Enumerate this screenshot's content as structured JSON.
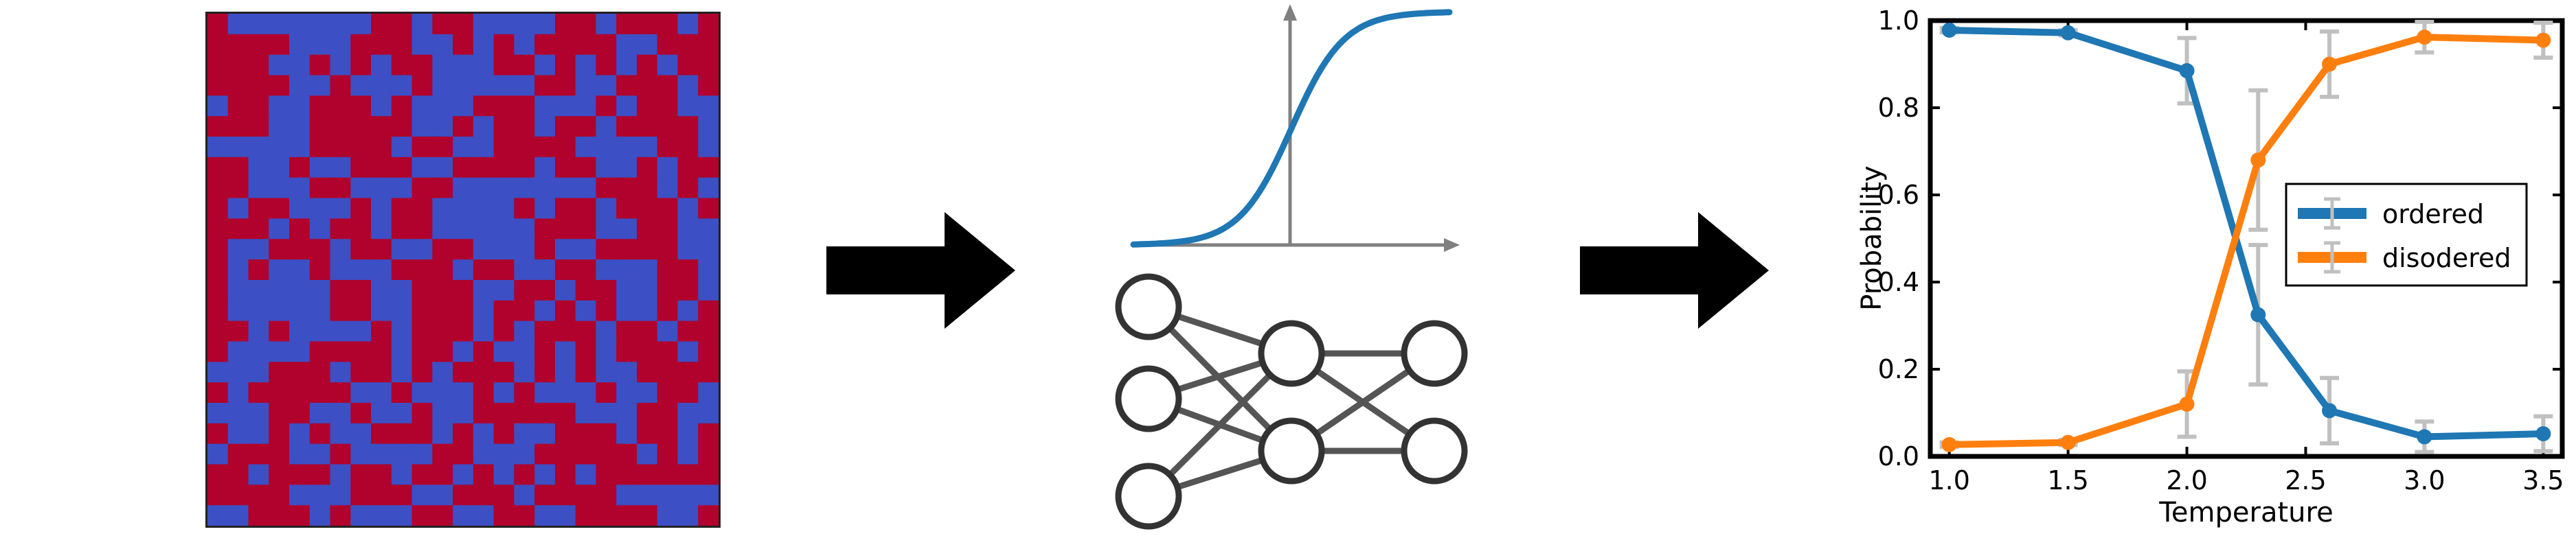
{
  "lattice": {
    "rows": 25,
    "cols": 25,
    "colors": {
      "up": "#B0022C",
      "down": "#3D4FC4"
    },
    "cells": [
      "1000000011011000011011101",
      "1111000111001010111100111",
      "1110010101100011010101011",
      "1111001000100000110011101",
      "0110011101000111000101100",
      "1110011111001011011011110",
      "0000011110110011110000110",
      "1100100111001111011001011",
      "1100011000110000000111010",
      "1011000101100001011011101",
      "1110101101100000111001100",
      "1001110110011000100111100",
      "1010010001110110011000110",
      "1000001100111001101100110",
      "1000001100111011010100101",
      "1101000010111010111011011",
      "1000011110110100101011101",
      "0001110110101110101001111",
      "1011111001000101000100110",
      "0001100100100111110001100",
      "1001010011101010011101101",
      "0111001000011000111110101",
      "1101110110110101010111111",
      "1111000111001110111100000",
      "0011101000110011001111001"
    ]
  },
  "arrows": {
    "color": "#000000"
  },
  "sigmoid": {
    "curve_color": "#1F77B4",
    "axis_color": "#808080"
  },
  "network": {
    "layers": [
      3,
      2,
      2
    ],
    "node_stroke": "#333333",
    "edge_color": "#555555"
  },
  "chart_data": {
    "type": "line",
    "xlabel": "Temperature",
    "ylabel": "Probability",
    "xlim": [
      0.92,
      3.58
    ],
    "ylim": [
      0.0,
      1.0
    ],
    "xticks": [
      "1.0",
      "1.5",
      "2.0",
      "2.5",
      "3.0",
      "3.5"
    ],
    "yticks": [
      "0.0",
      "0.2",
      "0.4",
      "0.6",
      "0.8",
      "1.0"
    ],
    "legend_position": "center-right",
    "series": [
      {
        "name": "ordered",
        "color": "#1F77B4",
        "x": [
          1.0,
          1.5,
          2.0,
          2.3,
          2.6,
          3.0,
          3.5
        ],
        "y": [
          0.978,
          0.972,
          0.885,
          0.325,
          0.105,
          0.045,
          0.052
        ],
        "err": [
          0.005,
          0.006,
          0.075,
          0.16,
          0.075,
          0.035,
          0.04
        ]
      },
      {
        "name": "disodered",
        "color": "#FF7F0E",
        "x": [
          1.0,
          1.5,
          2.0,
          2.3,
          2.6,
          3.0,
          3.5
        ],
        "y": [
          0.027,
          0.032,
          0.12,
          0.68,
          0.9,
          0.962,
          0.955
        ],
        "err": [
          0.005,
          0.006,
          0.075,
          0.16,
          0.075,
          0.035,
          0.04
        ]
      }
    ],
    "errorbar_color": "#C0C0C0"
  }
}
